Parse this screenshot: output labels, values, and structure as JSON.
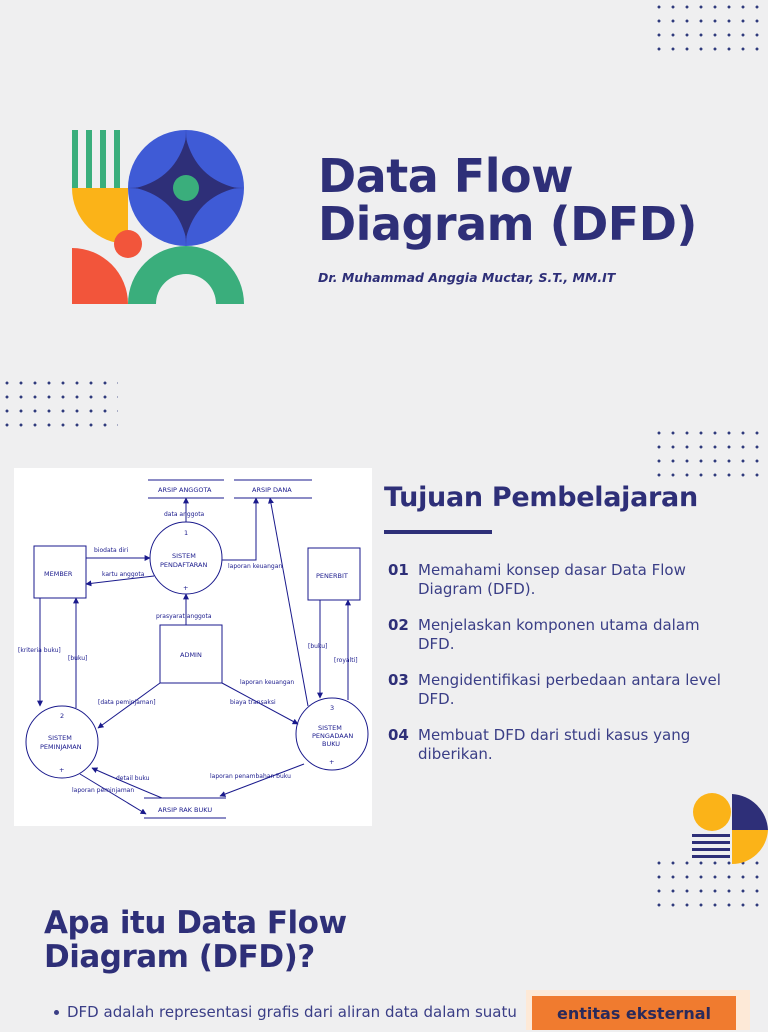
{
  "header": {
    "title_line1": "Data Flow",
    "title_line2": "Diagram (DFD)",
    "author": "Dr. Muhammad Anggia Muctar, S.T., MM.IT"
  },
  "colors": {
    "navy": "#2e2f78",
    "blue": "#3f5bd6",
    "green": "#3aae7c",
    "yellow": "#fbb318",
    "orange_red": "#f2553b",
    "orange": "#f07b2f",
    "background": "#efeff0"
  },
  "diagram": {
    "stores": {
      "arsip_anggota": "ARSIP ANGGOTA",
      "arsip_dana": "ARSIP DANA",
      "arsip_rak_buku": "ARSIP RAK BUKU"
    },
    "entities": {
      "member": "MEMBER",
      "penerbit": "PENERBIT",
      "admin": "ADMIN"
    },
    "processes": {
      "p1_num": "1",
      "p1_line1": "SISTEM",
      "p1_line2": "PENDAFTARAN",
      "p2_num": "2",
      "p2_line1": "SISTEM",
      "p2_line2": "PEMINJAMAN",
      "p3_num": "3",
      "p3_line1": "SISTEM",
      "p3_line2": "PENGADAAN",
      "p3_line3": "BUKU",
      "plus": "+"
    },
    "flows": {
      "data_anggota": "data anggota",
      "biodata_diri": "biodata diri",
      "kartu_anggota": "kartu anggota",
      "laporan_keuangan_1": "laporan keuangan",
      "prasyarat_anggota": "prasyarat anggota",
      "kriteria_buku": "[kriteria buku]",
      "buku_1": "[buku]",
      "buku_2": "[buku]",
      "royalti": "[royalti]",
      "laporan_keuangan_2": "laporan keuangan",
      "data_peminjaman": "[data peminjaman]",
      "biaya_transaksi": "biaya transaksi",
      "detail_buku": "detail buku",
      "laporan_penambahan_buku": "laporan penambahan buku",
      "laporan_peminjaman": "laporan peminjaman"
    }
  },
  "goals": {
    "title": "Tujuan Pembelajaran",
    "items": [
      {
        "num": "01",
        "line1": "Memahami konsep dasar Data Flow",
        "line2": "Diagram (DFD)."
      },
      {
        "num": "02",
        "line1": "Menjelaskan komponen utama dalam",
        "line2": "DFD."
      },
      {
        "num": "03",
        "line1": "Mengidentifikasi perbedaan antara level",
        "line2": "DFD."
      },
      {
        "num": "04",
        "line1": "Membuat DFD dari studi kasus yang",
        "line2": "diberikan."
      }
    ]
  },
  "what_is": {
    "title_line1": "Apa itu Data Flow",
    "title_line2": "Diagram (DFD)?",
    "bullet": "DFD adalah representasi grafis dari aliran data dalam suatu",
    "entity_badge": "entitas eksternal"
  }
}
